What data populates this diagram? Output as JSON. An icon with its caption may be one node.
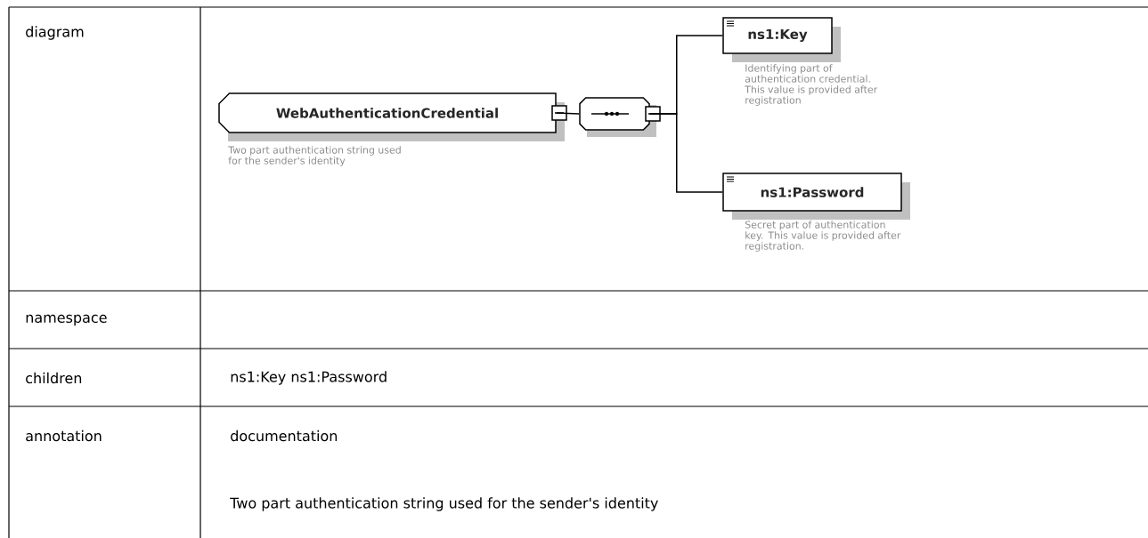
{
  "diagram": {
    "nodes": [
      {
        "text": [
          "WebAuthenticationCredential"
        ],
        "beside": [
          "Two part authentication string used for the sender's identity"
        ]
      },
      {
        "text": [],
        "shape": "octagon"
      },
      {
        "text": [
          "ns1:Key"
        ],
        "beside": [
          "Identifying part of authentication credential. This value is provided after registration"
        ]
      },
      {
        "text": [
          "ns1:Password"
        ],
        "beside": [
          "Secret part of authentication key. This value is provided after registration."
        ]
      }
    ],
    "edges": [
      {
        "from": 0,
        "to": 1,
        "arrow": "none"
      },
      {
        "from": 1,
        "to": 2,
        "arrow": "none"
      },
      {
        "from": 1,
        "to": 3,
        "arrow": "none"
      }
    ],
    "labels": [
      "diagram",
      "namespace",
      "children",
      "ns1:Key ns1:Password",
      "annotation",
      "documentation",
      "Two part authentication string used for the sender's identity"
    ]
  }
}
